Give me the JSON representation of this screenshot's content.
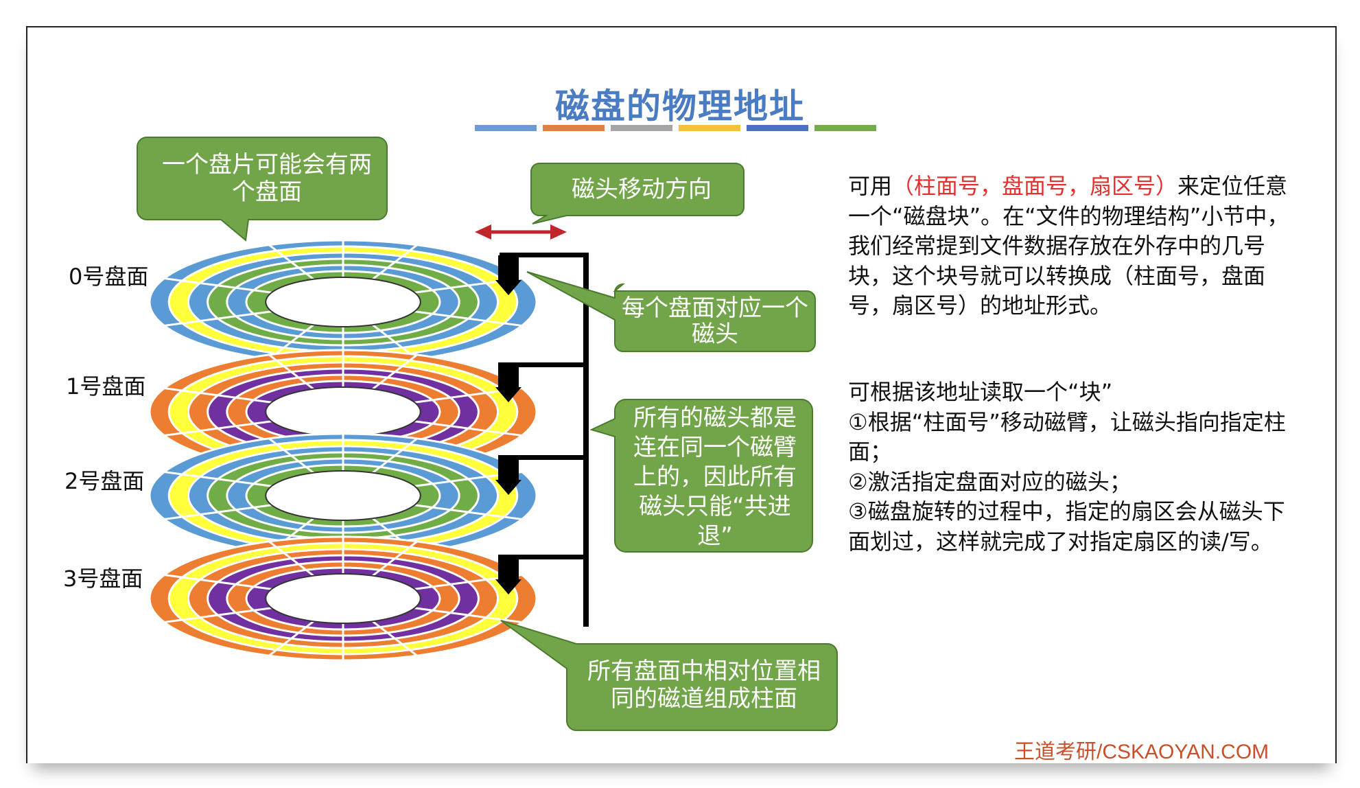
{
  "title": "磁盘的物理地址",
  "title_bars": [
    "#6b9bd2",
    "#e07f40",
    "#a5a5a5",
    "#f4c234",
    "#4b72c2",
    "#72ad4a"
  ],
  "colors": {
    "callout_fill": "#72a549",
    "callout_stroke": "#4a7a2c",
    "arrow_red": "#c0272d",
    "pointer": "#4a7a2c"
  },
  "callouts": {
    "two_sides": "一个盘片可能会有两个盘面",
    "head_direction": "磁头移动方向",
    "one_head_each": "每个盘面对应一个磁头",
    "same_arm": "所有的磁头都是连在同一个磁臂上的，因此所有磁头只能“共进退”",
    "cylinder": "所有盘面中相对位置相同的磁道组成柱面"
  },
  "disk_labels": [
    "0号盘面",
    "1号盘面",
    "2号盘面",
    "3号盘面"
  ],
  "right_text": {
    "p1_before": "可用",
    "p1_red": "（柱面号，盘面号，扇区号）",
    "p1_after": "来定位任意一个“磁盘块”。在“文件的物理结构”小节中，我们经常提到文件数据存放在外存中的几号块，这个块号就可以转换成（柱面号，盘面号，扇区号）的地址形式。",
    "p2_intro": "可根据该地址读取一个“块”",
    "p2_step1": "①根据“柱面号”移动磁臂，让磁头指向指定柱面；",
    "p2_step2": "②激活指定盘面对应的磁头；",
    "p2_step3": "③磁盘旋转的过程中，指定的扇区会从磁头下面划过，这样就完成了对指定扇区的读/写。"
  },
  "brand": "王道考研/CSKAOYAN.COM"
}
